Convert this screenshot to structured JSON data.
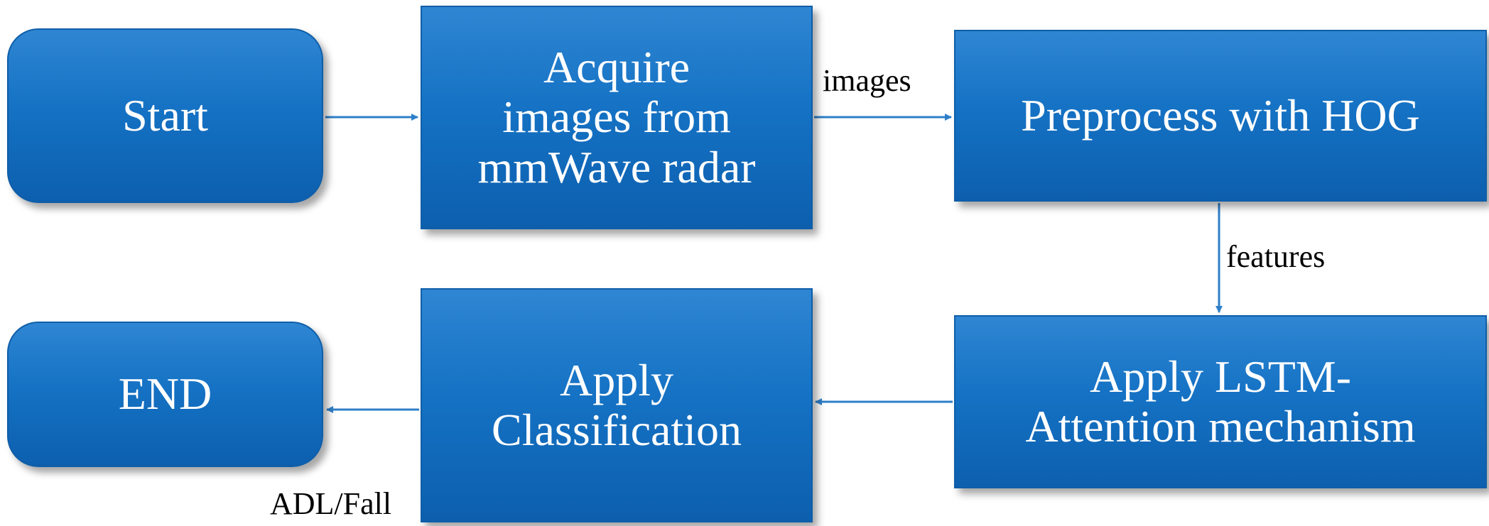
{
  "nodes": {
    "start": "Start",
    "acquire": "Acquire\nimages from\nmmWave radar",
    "preprocess": "Preprocess with HOG",
    "lstm": "Apply LSTM-\nAttention mechanism",
    "classify": "Apply\nClassification",
    "end": "END"
  },
  "edges": {
    "images": "images",
    "features": "features",
    "adl_fall": "ADL/Fall"
  },
  "colors": {
    "node_fill": "#1572c4",
    "arrow": "#2e7fc9",
    "text": "#ffffff"
  }
}
